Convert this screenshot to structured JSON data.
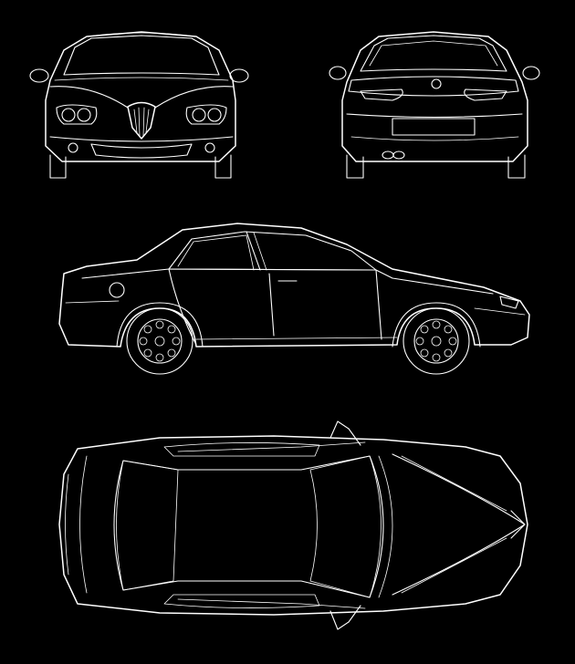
{
  "canvas": {
    "background": "#000000",
    "line_color": "#ffffff"
  },
  "views": [
    {
      "id": "front",
      "kind": "front-elevation"
    },
    {
      "id": "rear",
      "kind": "rear-elevation"
    },
    {
      "id": "side",
      "kind": "side-elevation"
    },
    {
      "id": "top",
      "kind": "plan-view"
    }
  ]
}
